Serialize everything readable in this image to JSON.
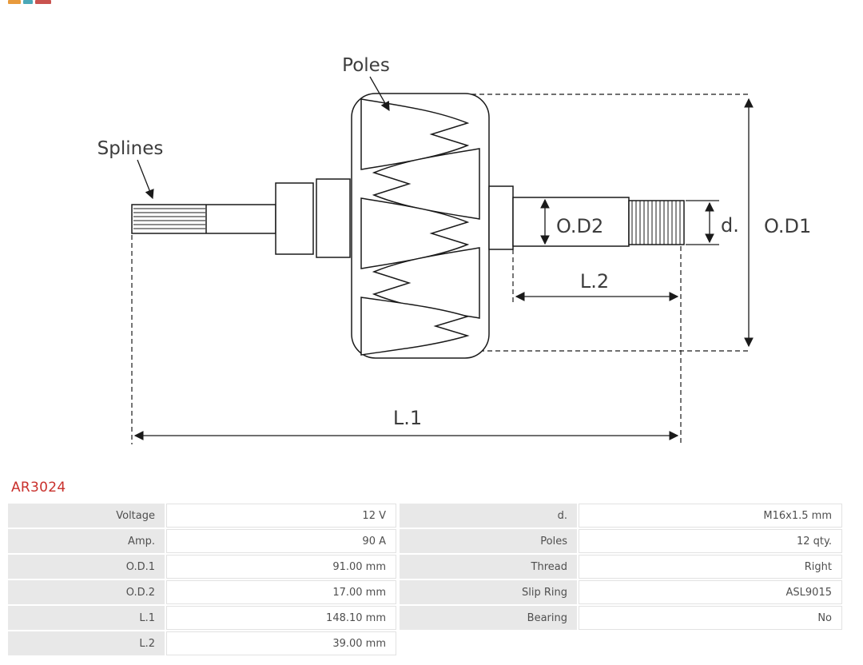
{
  "page": {
    "part_number": "AR3024"
  },
  "colors": {
    "part_number_red": "#c9302c",
    "table_label_bg": "#e8e8e8",
    "table_value_border": "#e2e2e2",
    "line_color": "#1a1a1a",
    "label_text": "#3d3d3d"
  },
  "logo": {
    "icon": "aspl-logo-fragment"
  },
  "diagram": {
    "labels": {
      "poles": "Poles",
      "splines": "Splines",
      "od2": "O.D2",
      "d": "d.",
      "od1": "O.D1",
      "l2": "L.2",
      "l1": "L.1"
    }
  },
  "table": {
    "left": [
      {
        "label": "Voltage",
        "value": "12 V"
      },
      {
        "label": "Amp.",
        "value": "90 A"
      },
      {
        "label": "O.D.1",
        "value": "91.00 mm"
      },
      {
        "label": "O.D.2",
        "value": "17.00 mm"
      },
      {
        "label": "L.1",
        "value": "148.10 mm"
      },
      {
        "label": "L.2",
        "value": "39.00 mm"
      }
    ],
    "right": [
      {
        "label": "d.",
        "value": "M16x1.5 mm"
      },
      {
        "label": "Poles",
        "value": "12 qty."
      },
      {
        "label": "Thread",
        "value": "Right"
      },
      {
        "label": "Slip Ring",
        "value": "ASL9015"
      },
      {
        "label": "Bearing",
        "value": "No"
      }
    ]
  }
}
